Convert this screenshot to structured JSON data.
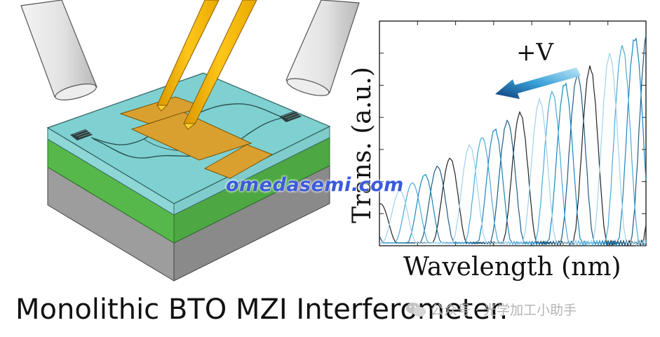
{
  "chart_data": {
    "type": "line",
    "xlabel": "Wavelength (nm)",
    "ylabel": "Trans. (a.u.)",
    "annotation": "+V",
    "series_colors": [
      "#222222",
      "#1e5c86",
      "#1a86bd",
      "#49a9d9",
      "#9fd1ea"
    ]
  },
  "watermark": "omedasemi.com",
  "caption": "Monolithic BTO MZI Interferometer.",
  "source": {
    "icon": "wechat-icon",
    "text": "公众号 · 光学加工小助手"
  }
}
